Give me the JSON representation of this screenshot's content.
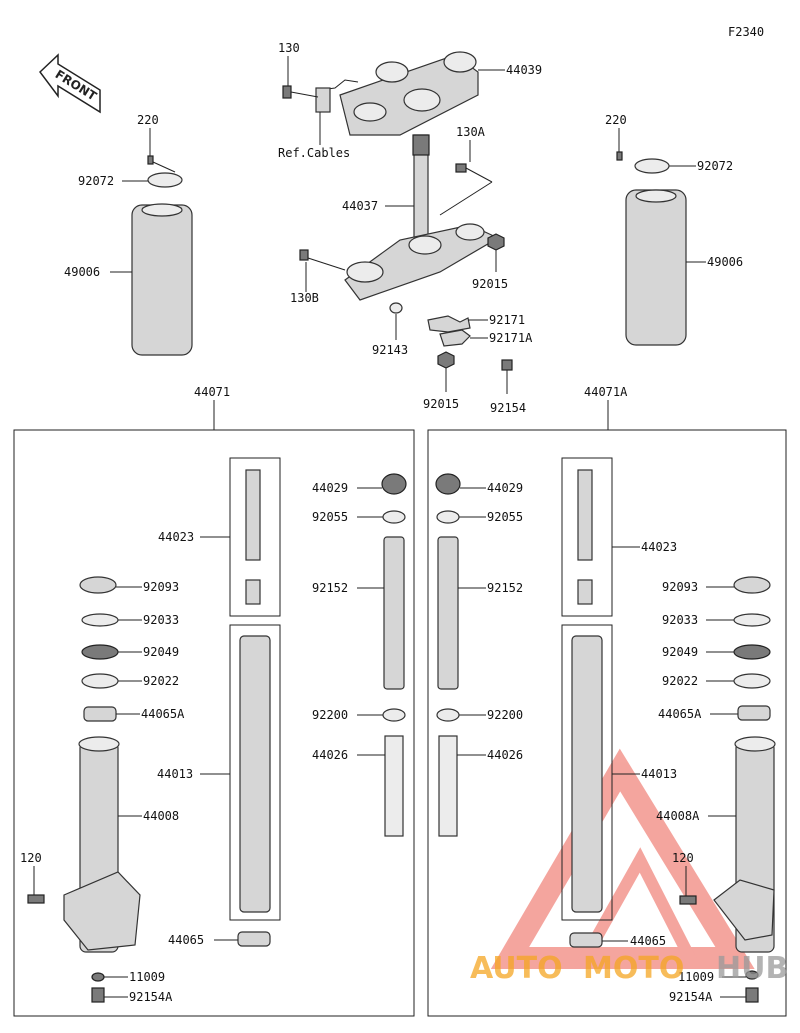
{
  "figure_code": "F2340",
  "front_label": "FRONT",
  "ref_label": "Ref.Cables",
  "callouts": {
    "p130": "130",
    "p44039": "44039",
    "p130A": "130A",
    "p44037": "44037",
    "p92015_top": "92015",
    "p130B": "130B",
    "p92171": "92171",
    "p92171A": "92171A",
    "p92143": "92143",
    "p92015_bot": "92015",
    "p92154": "92154",
    "l220": "220",
    "l92072": "92072",
    "l49006": "49006",
    "r220": "220",
    "r92072": "92072",
    "r49006": "49006",
    "l44071": "44071",
    "r44071A": "44071A",
    "l44023": "44023",
    "l92093": "92093",
    "l92033": "92033",
    "l92049": "92049",
    "l92022": "92022",
    "l44065A": "44065A",
    "l44008": "44008",
    "l44013": "44013",
    "l120": "120",
    "l44065": "44065",
    "l11009": "11009",
    "l92154A": "92154A",
    "c44029": "44029",
    "c92055": "92055",
    "c92152": "92152",
    "c92200": "92200",
    "c44026": "44026",
    "d44029": "44029",
    "d92055": "92055",
    "d92152": "92152",
    "d92200": "92200",
    "d44026": "44026",
    "r44023": "44023",
    "r92093": "92093",
    "r92033": "92033",
    "r92049": "92049",
    "r92022": "92022",
    "r44065A": "44065A",
    "r44013": "44013",
    "r44008A": "44008A",
    "r120": "120",
    "r44065": "44065",
    "r11009": "11009",
    "r92154A": "92154A"
  },
  "watermark": {
    "part1": "AUTO",
    "part2": "MOTO",
    "part3": "HUB"
  },
  "colors": {
    "watermark_red": "#e8392b",
    "watermark_orange": "#f5a623",
    "watermark_grey": "#9a9a9a"
  }
}
